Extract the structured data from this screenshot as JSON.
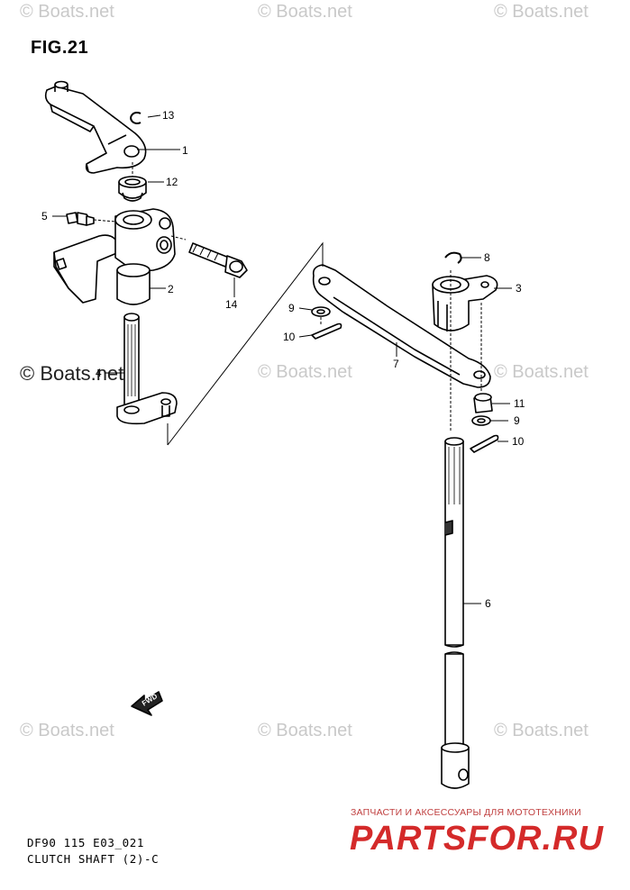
{
  "figure": {
    "title": "FIG.21"
  },
  "watermark": {
    "text": "© Boats.net",
    "prominent_text": "© Boats.net"
  },
  "footer": {
    "code": "DF90 115 E03_021",
    "caption": "CLUTCH SHAFT (2)-C"
  },
  "brand": {
    "subtitle": "ЗАПЧАСТИ И АКСЕССУАРЫ ДЛЯ МОТОТЕХНИКИ",
    "logo": "PARTSFOR.RU"
  },
  "direction_marker": {
    "label": "FWD"
  },
  "callouts": [
    {
      "id": "c13",
      "number": "13"
    },
    {
      "id": "c1",
      "number": "1"
    },
    {
      "id": "c12",
      "number": "12"
    },
    {
      "id": "c5",
      "number": "5"
    },
    {
      "id": "c2",
      "number": "2"
    },
    {
      "id": "c14",
      "number": "14"
    },
    {
      "id": "c4",
      "number": "4"
    },
    {
      "id": "c8",
      "number": "8"
    },
    {
      "id": "c3",
      "number": "3"
    },
    {
      "id": "c9a",
      "number": "9"
    },
    {
      "id": "c10a",
      "number": "10"
    },
    {
      "id": "c7",
      "number": "7"
    },
    {
      "id": "c11",
      "number": "11"
    },
    {
      "id": "c9b",
      "number": "9"
    },
    {
      "id": "c10b",
      "number": "10"
    },
    {
      "id": "c6",
      "number": "6"
    }
  ]
}
